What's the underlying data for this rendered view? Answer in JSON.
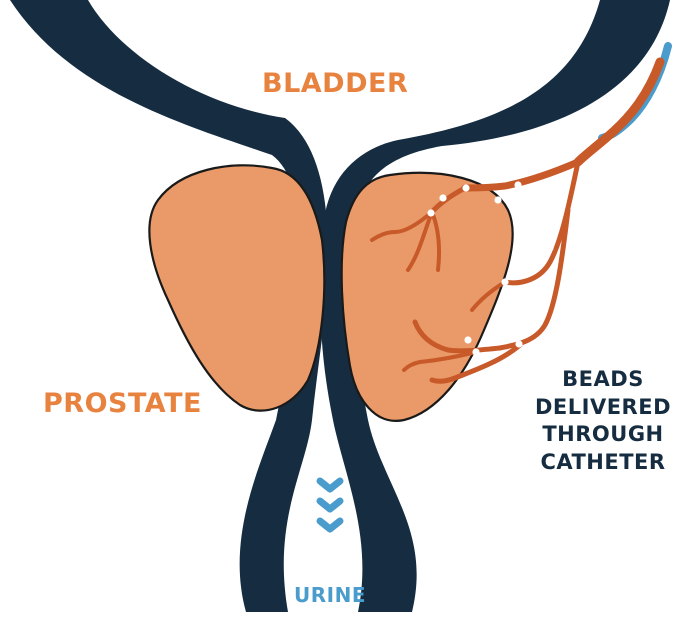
{
  "labels": {
    "bladder": "BLADDER",
    "prostate": "PROSTATE",
    "beads_lines": [
      "BEADS",
      "DELIVERED",
      "THROUGH",
      "CATHETER"
    ],
    "urine": "URINE"
  },
  "colors": {
    "urethra_wall": "#162d41",
    "prostate_fill": "#e99a68",
    "vessel": "#c85a2a",
    "catheter": "#4a9ccc",
    "label_orange": "#e8823f",
    "label_navy": "#162d41",
    "bead": "#ffffff"
  },
  "icons": {
    "flow_arrows": "chevron-down-icon"
  }
}
